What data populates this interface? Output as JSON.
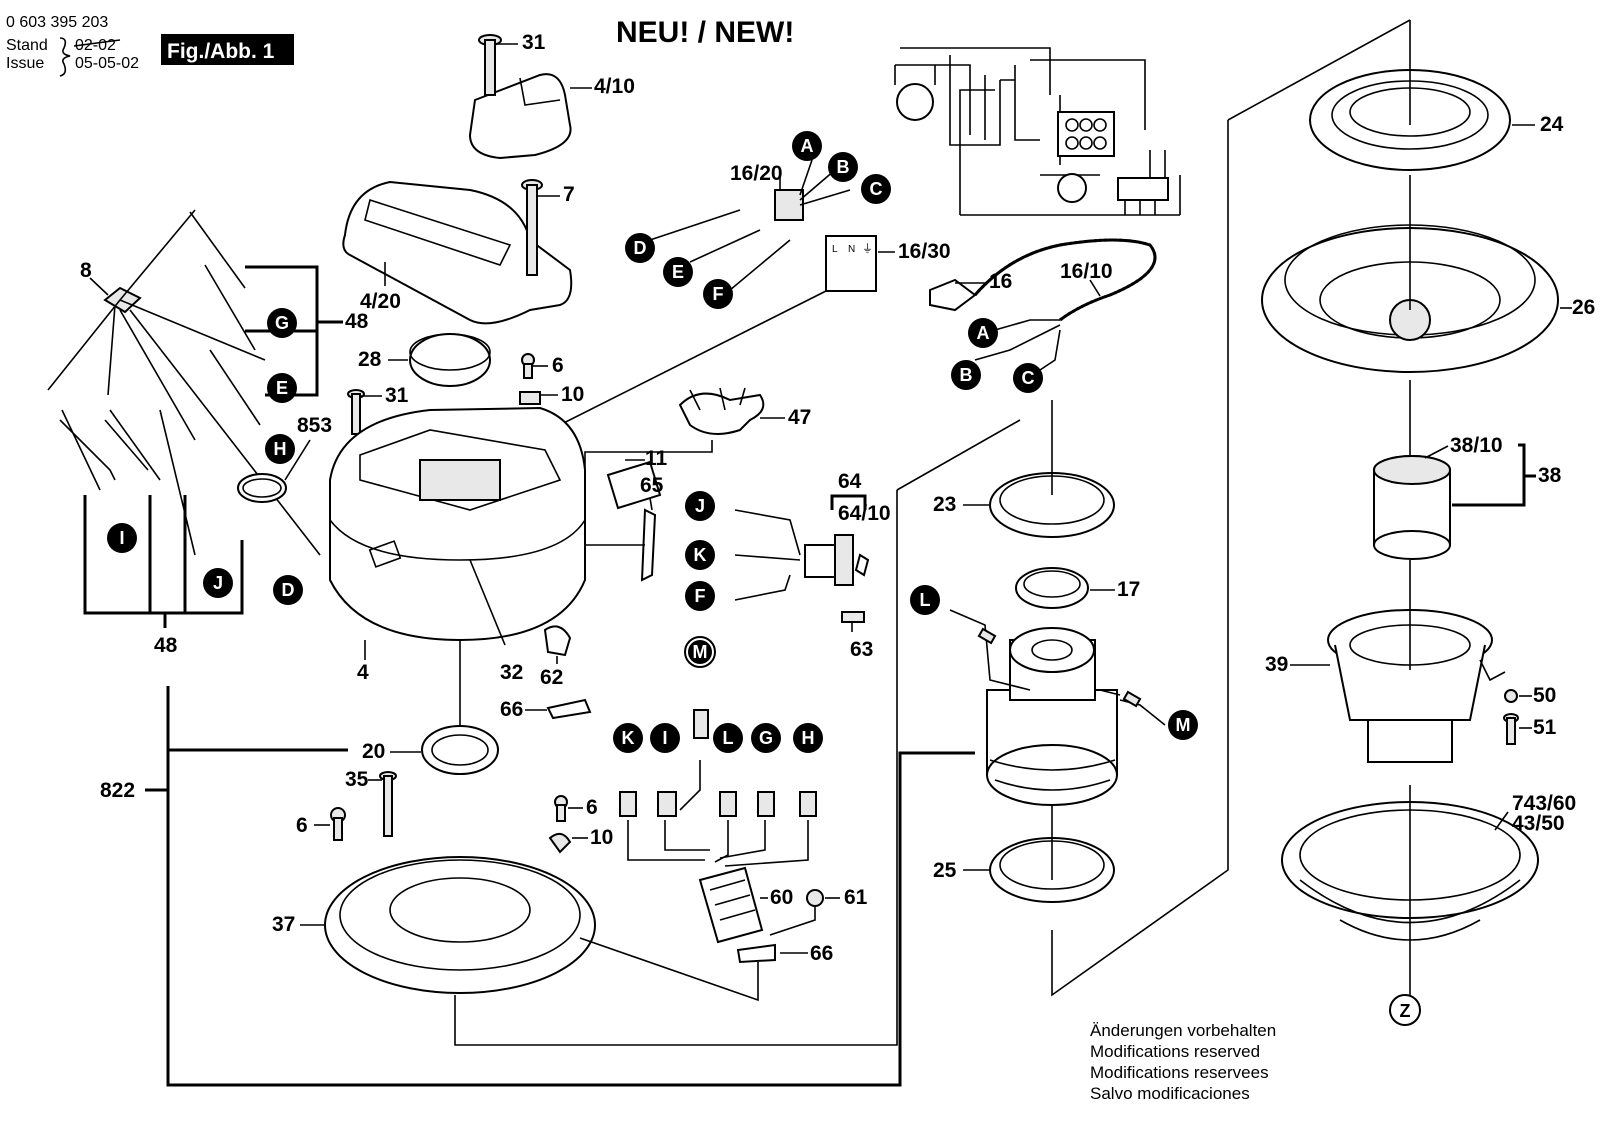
{
  "header": {
    "doc_number": "0 603 395 203",
    "stand_label": "Stand",
    "issue_label": "Issue",
    "old_date": "02-02",
    "issue_date": "05-05-02",
    "figure_label": "Fig./Abb. 1",
    "new_label": "NEU! / NEW!"
  },
  "part_labels": {
    "p31_top": "31",
    "p4_10": "4/10",
    "p7": "7",
    "p4_20": "4/20",
    "p16_20": "16/20",
    "p16_30": "16/30",
    "p16": "16",
    "p16_10": "16/10",
    "p8": "8",
    "p48_a": "48",
    "p48_b": "48",
    "p28": "28",
    "p6_a": "6",
    "p10_a": "10",
    "p31_b": "31",
    "p853": "853",
    "p47": "47",
    "p11": "11",
    "p65": "65",
    "p64": "64",
    "p64_10": "64/10",
    "p63": "63",
    "p4": "4",
    "p32": "32",
    "p62": "62",
    "p66_a": "66",
    "p20": "20",
    "p822": "822",
    "p35": "35",
    "p6_b": "6",
    "p6_c": "6",
    "p10_b": "10",
    "p37": "37",
    "p60": "60",
    "p61": "61",
    "p66_b": "66",
    "p23": "23",
    "p17": "17",
    "p25": "25",
    "p24": "24",
    "p26": "26",
    "p38_10": "38/10",
    "p38": "38",
    "p39": "39",
    "p50": "50",
    "p51": "51",
    "p743_60": "743/60",
    "p43_50": "43/50"
  },
  "connectors": {
    "A1": "A",
    "B1": "B",
    "C1": "C",
    "D1": "D",
    "E1": "E",
    "F1": "F",
    "A2": "A",
    "B2": "B",
    "C2": "C",
    "G": "G",
    "E2": "E",
    "H": "H",
    "I": "I",
    "J": "J",
    "D2": "D",
    "J2": "J",
    "K": "K",
    "F2": "F",
    "M1": "M",
    "K2": "K",
    "I2": "I",
    "L": "L",
    "G2": "G",
    "H2": "H",
    "L2": "L",
    "M2": "M",
    "Z": "Z"
  },
  "switch_box": {
    "left": "L",
    "center": "N",
    "right": "⏚"
  },
  "footer_notes": [
    "Änderungen vorbehalten",
    "Modifications reserved",
    "Modifications reservees",
    "Salvo modificaciones"
  ]
}
